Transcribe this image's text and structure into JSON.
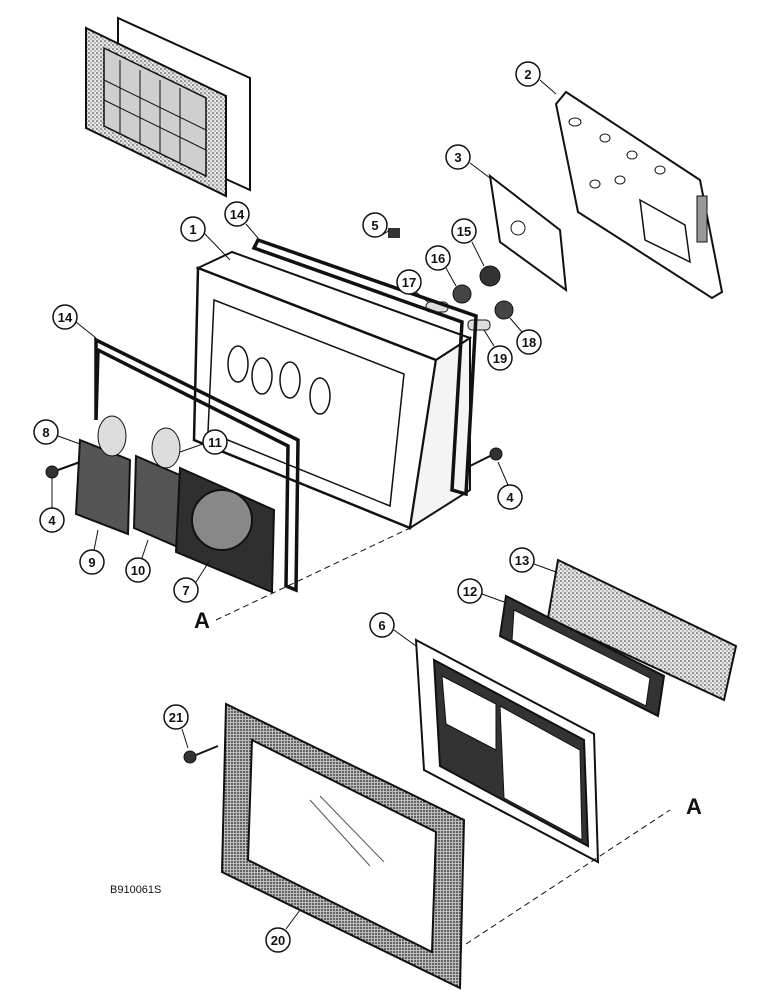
{
  "diagram": {
    "drawing_code": "B910061S",
    "section_labels": [
      "A",
      "A"
    ],
    "callouts": [
      "1",
      "2",
      "3",
      "4",
      "4",
      "5",
      "6",
      "7",
      "8",
      "9",
      "10",
      "11",
      "12",
      "13",
      "14",
      "14",
      "15",
      "16",
      "17",
      "18",
      "19",
      "20",
      "21"
    ]
  },
  "colors": {
    "ink": "#111111",
    "paper": "#ffffff",
    "stipple": "#8a8a8a"
  }
}
